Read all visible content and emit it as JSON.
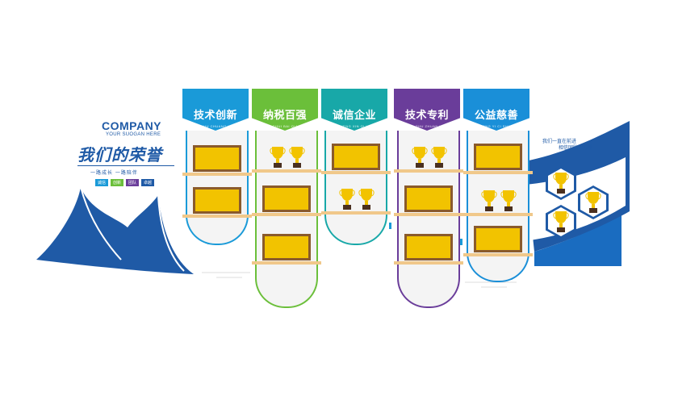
{
  "brand": {
    "company": "COMPANY",
    "slogan": "YOUR SUOGAN HERE",
    "honor_title": "我们的荣誉",
    "subtitle": "一路成长   一路陪伴",
    "tags": [
      "诚信",
      "创新",
      "团队",
      "卓越"
    ]
  },
  "panels": [
    {
      "title": "技术创新",
      "pinyin": "JI SHU CHUANG XIN",
      "color": "#1a9ad8"
    },
    {
      "title": "纳税百强",
      "pinyin": "NA SHUI BAI QIANG",
      "color": "#6bbf3a"
    },
    {
      "title": "诚信企业",
      "pinyin": "CHENG XIN QI YE",
      "color": "#18a8a8"
    },
    {
      "title": "技术专利",
      "pinyin": "JI SHU ZHUAN LI",
      "color": "#6a3d9a"
    },
    {
      "title": "公益慈善",
      "pinyin": "GONG YI CI SHAN",
      "color": "#1a8fd8"
    }
  ],
  "right": {
    "line1": "我们一直在前进",
    "line2": "相信团队的力量"
  },
  "colors": {
    "brand_blue": "#1f5aa6",
    "gold": "#f2c300",
    "frame_brown": "#8a5a2b"
  }
}
